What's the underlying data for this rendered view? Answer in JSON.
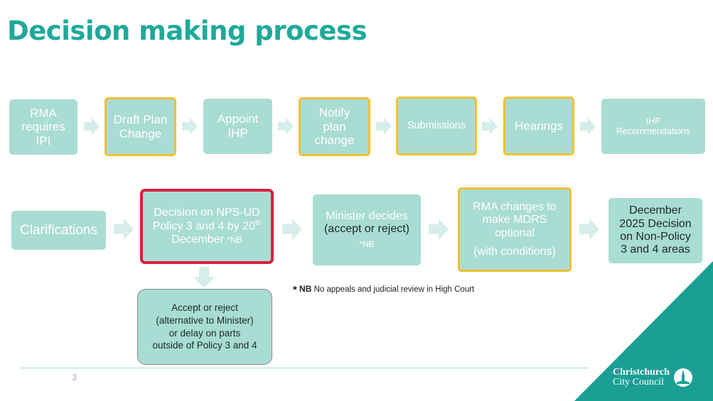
{
  "title": "Decision making process",
  "row1": [
    {
      "lines": [
        "RMA",
        "requires",
        "IPI"
      ],
      "highlight": false
    },
    {
      "lines": [
        "Draft Plan",
        "Change"
      ],
      "highlight": true
    },
    {
      "lines": [
        "Appoint",
        "IHP"
      ],
      "highlight": false
    },
    {
      "lines": [
        "Notify",
        "plan",
        "change"
      ],
      "highlight": true
    },
    {
      "lines": [
        "Submissions"
      ],
      "highlight": true
    },
    {
      "lines": [
        "Hearings"
      ],
      "highlight": true
    },
    {
      "lines": [
        "IHP",
        "Recommendations"
      ],
      "highlight": false
    }
  ],
  "row2": {
    "clarifications": "Clarifications",
    "nps_line1": "Decision on NPS-UD",
    "nps_line2": "Policy 3 and 4 by 20",
    "nps_sup": "th",
    "nps_line3": "December ",
    "nps_nb": "*NB",
    "minister_line1": "Minister decides",
    "minister_line2": "(accept or reject)",
    "minister_nb": "*NB",
    "rma_line1": "RMA changes to",
    "rma_line2": "make MDRS",
    "rma_line3": "optional",
    "rma_line4": "(with conditions)",
    "december_lines": [
      "December",
      "2025 Decision",
      "on Non-Policy",
      "3 and 4 areas"
    ]
  },
  "accept_box": [
    "Accept or reject",
    "(alternative to Minister)",
    "or delay on parts",
    "outside of Policy 3 and 4"
  ],
  "footnote": {
    "star": "*",
    "bold": "NB",
    "text": " No appeals and judicial review in High Court"
  },
  "page_number": "3",
  "logo": {
    "line1": "Christchurch",
    "line2": "City Council"
  },
  "colors": {
    "accent": "#1fa99a",
    "box": "#a9dcd3",
    "highlight_border": "#f2c132",
    "red_border": "#d9203e",
    "arrow": "#d6eeea"
  }
}
